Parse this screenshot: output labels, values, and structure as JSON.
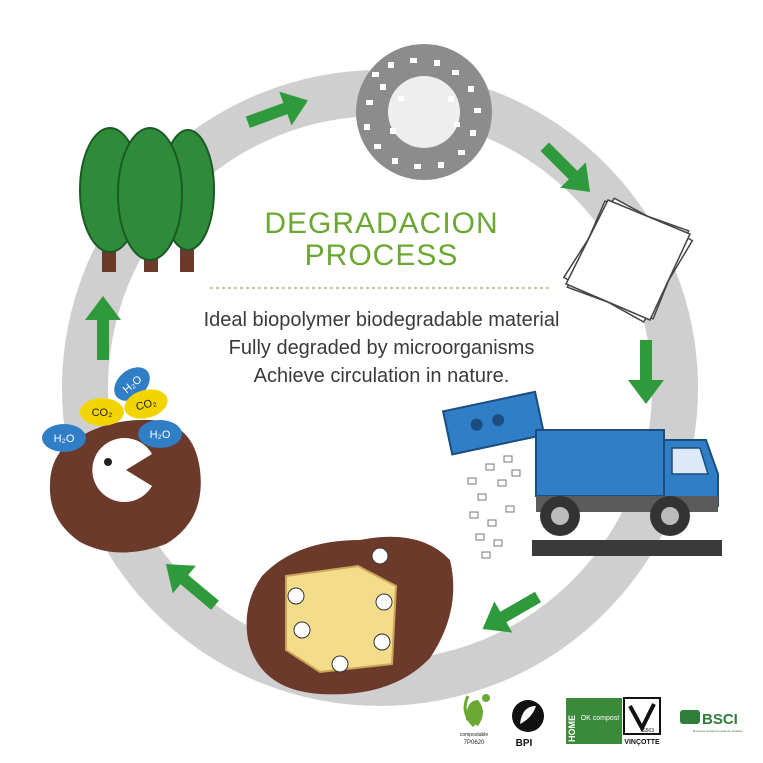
{
  "title": {
    "line1": "DEGRADACION",
    "line2": "PROCESS"
  },
  "description": {
    "line1": "Ideal biopolymer biodegradable material",
    "line2": "Fully degraded by microorganisms",
    "line3": "Achieve circulation in nature."
  },
  "molecules": {
    "h2o_top": "H₂O",
    "co2_left": "CO₂",
    "co2_right": "CO₂",
    "h2o_left": "H₂O",
    "h2o_right": "H₂O"
  },
  "logos": {
    "compostable_text": "compostable",
    "compostable_code": "7P0620",
    "bpi_text": "BPI",
    "home_text": "HOME",
    "ok_compost_text": "OK compost",
    "vincotte_text": "VINÇOTTE",
    "vincotte_code": "S563",
    "bsci_text": "BSCI",
    "bsci_subtext": "Business Social Compliance Initiative"
  },
  "colors": {
    "ring": "#c8c8c8",
    "arrow": "#2f9a3c",
    "title": "#6aa832",
    "soil": "#6b3a2a",
    "truck_blue": "#2f7ec6",
    "tree_green": "#2e8b3a",
    "co2_yellow": "#f2d400",
    "h2o_blue": "#2f7ec6"
  }
}
